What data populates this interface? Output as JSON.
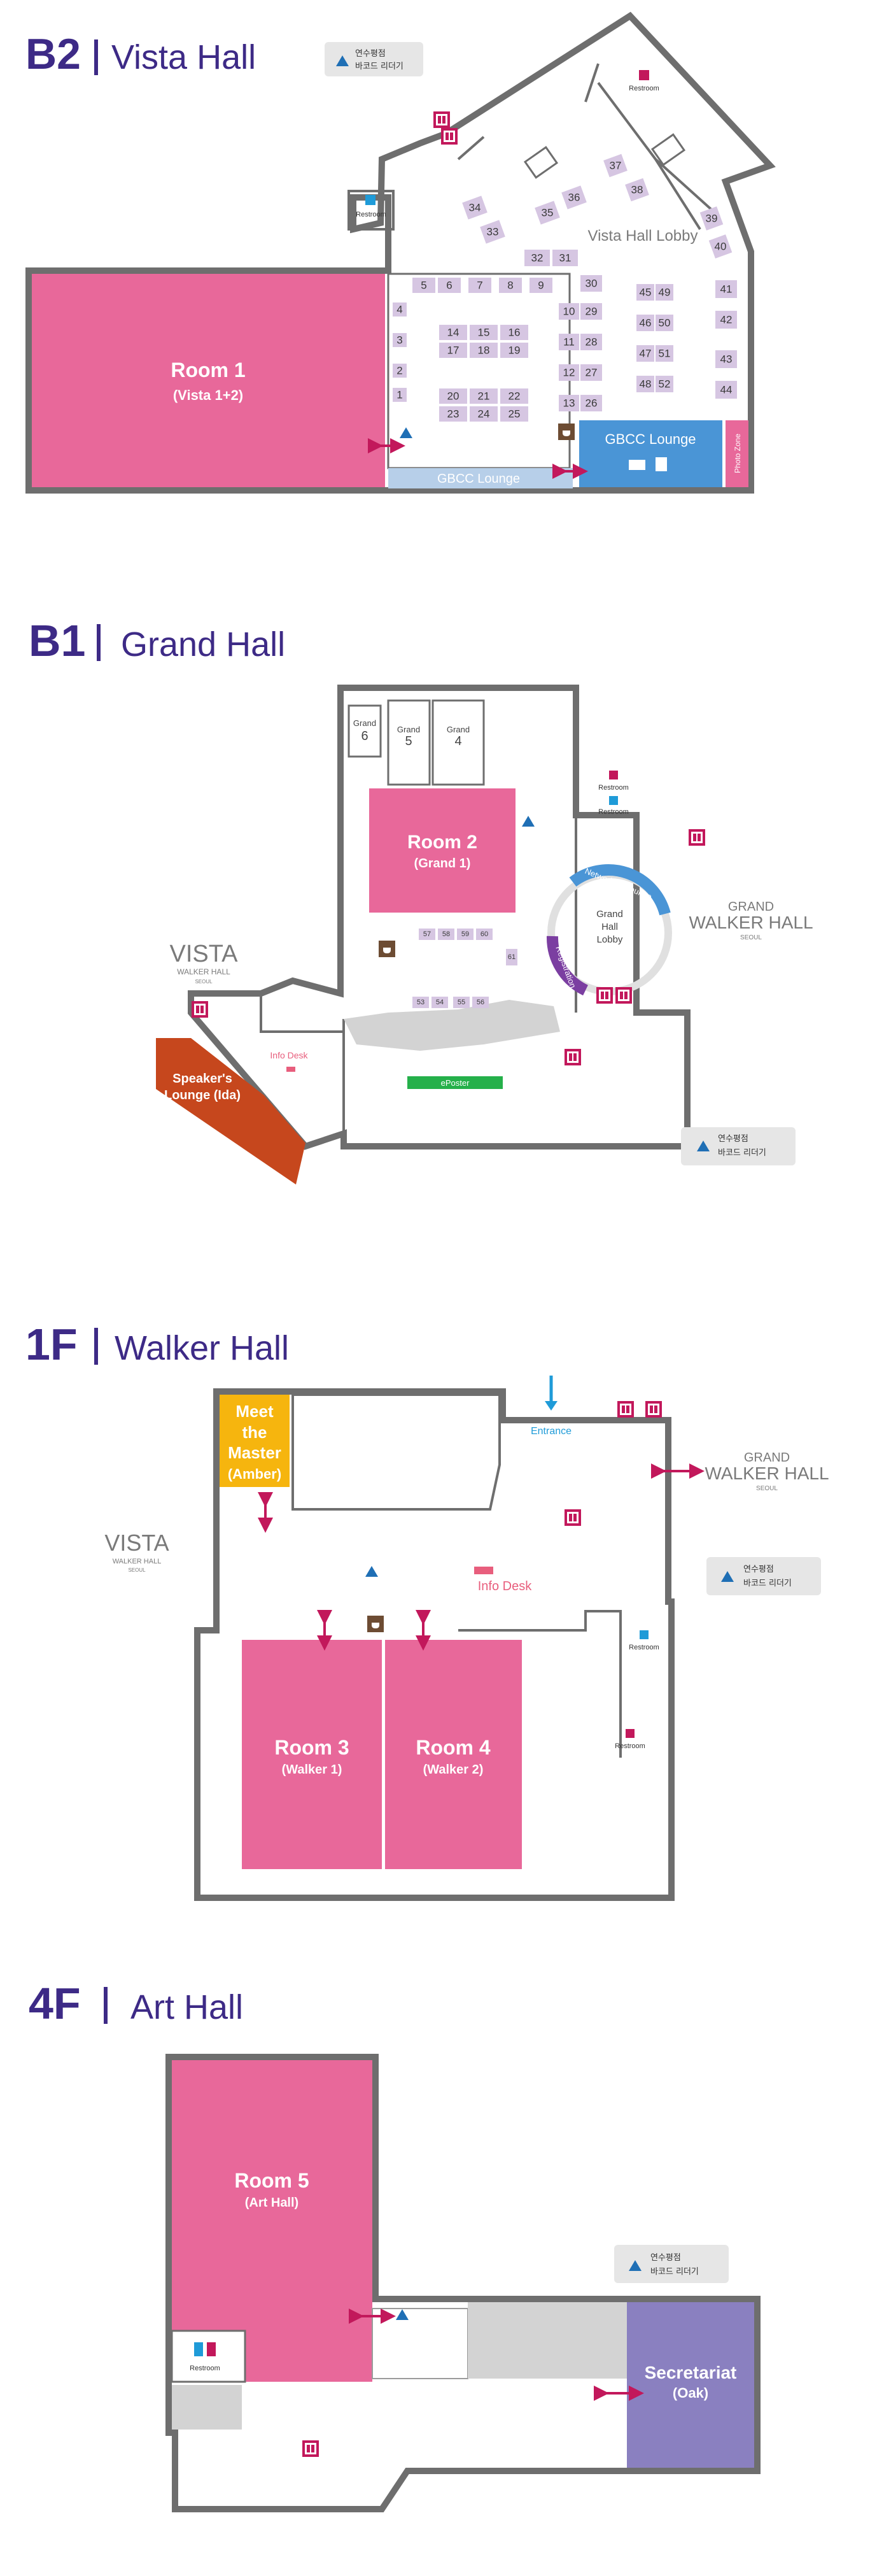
{
  "legend_label_line1": "연수평점",
  "legend_label_line2": "바코드 리더기",
  "colors": {
    "title": "#3d2a86",
    "room_pink": "#e8689a",
    "booth": "#d6c6e2",
    "lounge_blue": "#4a95d6",
    "lounge_light": "#b7cfe9",
    "amber": "#f6b50e",
    "ida": "#c6471d",
    "secretariat": "#8a80c0",
    "eposter": "#25b04a",
    "wall": "#6e6e6e",
    "barcode": "#1f6fb5"
  },
  "floors": {
    "b2": {
      "code": "B2",
      "name": "Vista Hall",
      "room": {
        "name": "Room 1",
        "sub": "(Vista 1+2)"
      },
      "lobby": "Vista Hall Lobby",
      "lounge_main": "GBCC Lounge",
      "lounge_strip": "GBCC Lounge",
      "photo_zone": "Photo Zone",
      "restroom_a": "Restroom",
      "restroom_b": "Restroom",
      "booths": [
        "1",
        "2",
        "3",
        "4",
        "5",
        "6",
        "7",
        "8",
        "9",
        "10",
        "11",
        "12",
        "13",
        "14",
        "15",
        "16",
        "17",
        "18",
        "19",
        "20",
        "21",
        "22",
        "23",
        "24",
        "25",
        "26",
        "27",
        "28",
        "29",
        "30",
        "31",
        "32",
        "33",
        "34",
        "35",
        "36",
        "37",
        "38",
        "39",
        "40",
        "41",
        "42",
        "43",
        "44",
        "45",
        "46",
        "47",
        "48",
        "49",
        "50",
        "51",
        "52"
      ]
    },
    "b1": {
      "code": "B1",
      "name": "Grand Hall",
      "room": {
        "name": "Room 2",
        "sub": "(Grand 1)"
      },
      "grand6": "Grand",
      "grand6n": "6",
      "grand5": "Grand",
      "grand5n": "5",
      "grand4": "Grand",
      "grand4n": "4",
      "lobby_l1": "Grand",
      "lobby_l2": "Hall",
      "lobby_l3": "Lobby",
      "networking": "Networking Lounge",
      "registration": "Registration",
      "info_desk": "Info Desk",
      "eposter": "ePoster",
      "speakers_l1": "Speaker's",
      "speakers_l2": "Lounge (Ida)",
      "vista_logo": "VISTA",
      "vista_logo_sub": "WALKER HALL",
      "vista_logo_sub2": "SEOUL",
      "grand_logo": "GRAND",
      "grand_logo_main": "WALKER HALL",
      "grand_logo_sub": "SEOUL",
      "restroom_a": "Restroom",
      "restroom_b": "Restroom",
      "booths": [
        "53",
        "54",
        "55",
        "56",
        "57",
        "58",
        "59",
        "60",
        "61"
      ]
    },
    "f1": {
      "code": "1F",
      "name": "Walker Hall",
      "meet_l1": "Meet",
      "meet_l2": "the",
      "meet_l3": "Master",
      "meet_l4": "(Amber)",
      "room3": {
        "name": "Room 3",
        "sub": "(Walker 1)"
      },
      "room4": {
        "name": "Room 4",
        "sub": "(Walker 2)"
      },
      "entrance": "Entrance",
      "info_desk": "Info Desk",
      "vista_logo": "VISTA",
      "vista_logo_sub": "WALKER HALL",
      "vista_logo_sub2": "SEOUL",
      "grand_logo": "GRAND",
      "grand_logo_main": "WALKER HALL",
      "grand_logo_sub": "SEOUL",
      "restroom_a": "Restroom",
      "restroom_b": "Restroom"
    },
    "f4": {
      "code": "4F",
      "name": "Art Hall",
      "room5": {
        "name": "Room 5",
        "sub": "(Art Hall)"
      },
      "secretariat": {
        "name": "Secretariat",
        "sub": "(Oak)"
      },
      "restroom": "Restroom"
    }
  }
}
